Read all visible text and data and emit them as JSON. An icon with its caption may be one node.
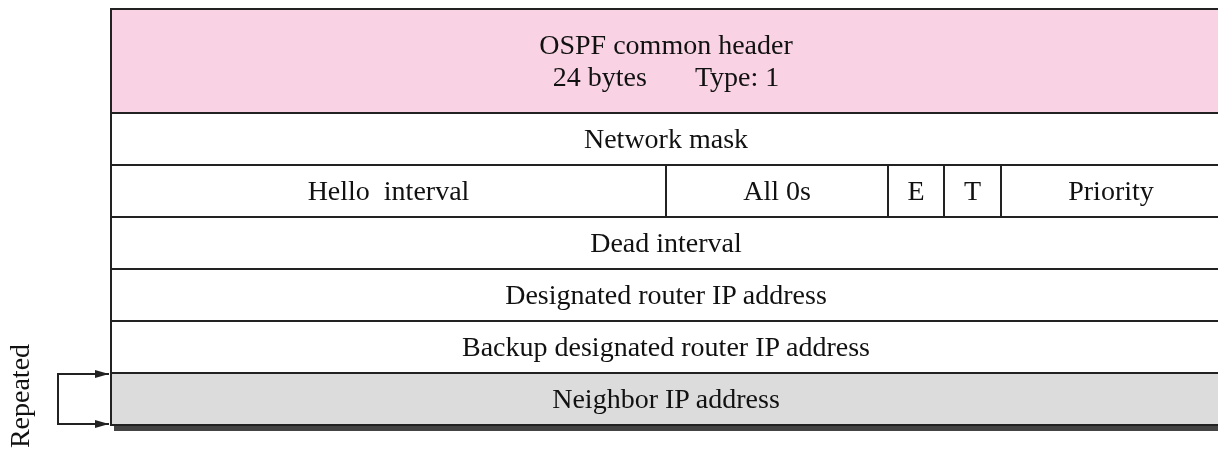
{
  "diagram": {
    "nodes": [
      {
        "text": [
          "OSPF common header",
          "24 bytes",
          "Type: 1"
        ]
      },
      {
        "text": [
          "Network mask"
        ]
      },
      {
        "text": [
          "Hello  interval"
        ]
      },
      {
        "text": [
          "All 0s"
        ]
      },
      {
        "text": [
          "E"
        ]
      },
      {
        "text": [
          "T"
        ]
      },
      {
        "text": [
          "Priority"
        ]
      },
      {
        "text": [
          "Dead interval"
        ]
      },
      {
        "text": [
          "Designated router IP address"
        ]
      },
      {
        "text": [
          "Backup designated router IP address"
        ]
      },
      {
        "text": [
          "Neighbor IP address"
        ]
      }
    ],
    "edges": [
      {
        "from": 10,
        "to": 10,
        "arrow": "both"
      }
    ],
    "labels": [
      "Repeated"
    ]
  }
}
